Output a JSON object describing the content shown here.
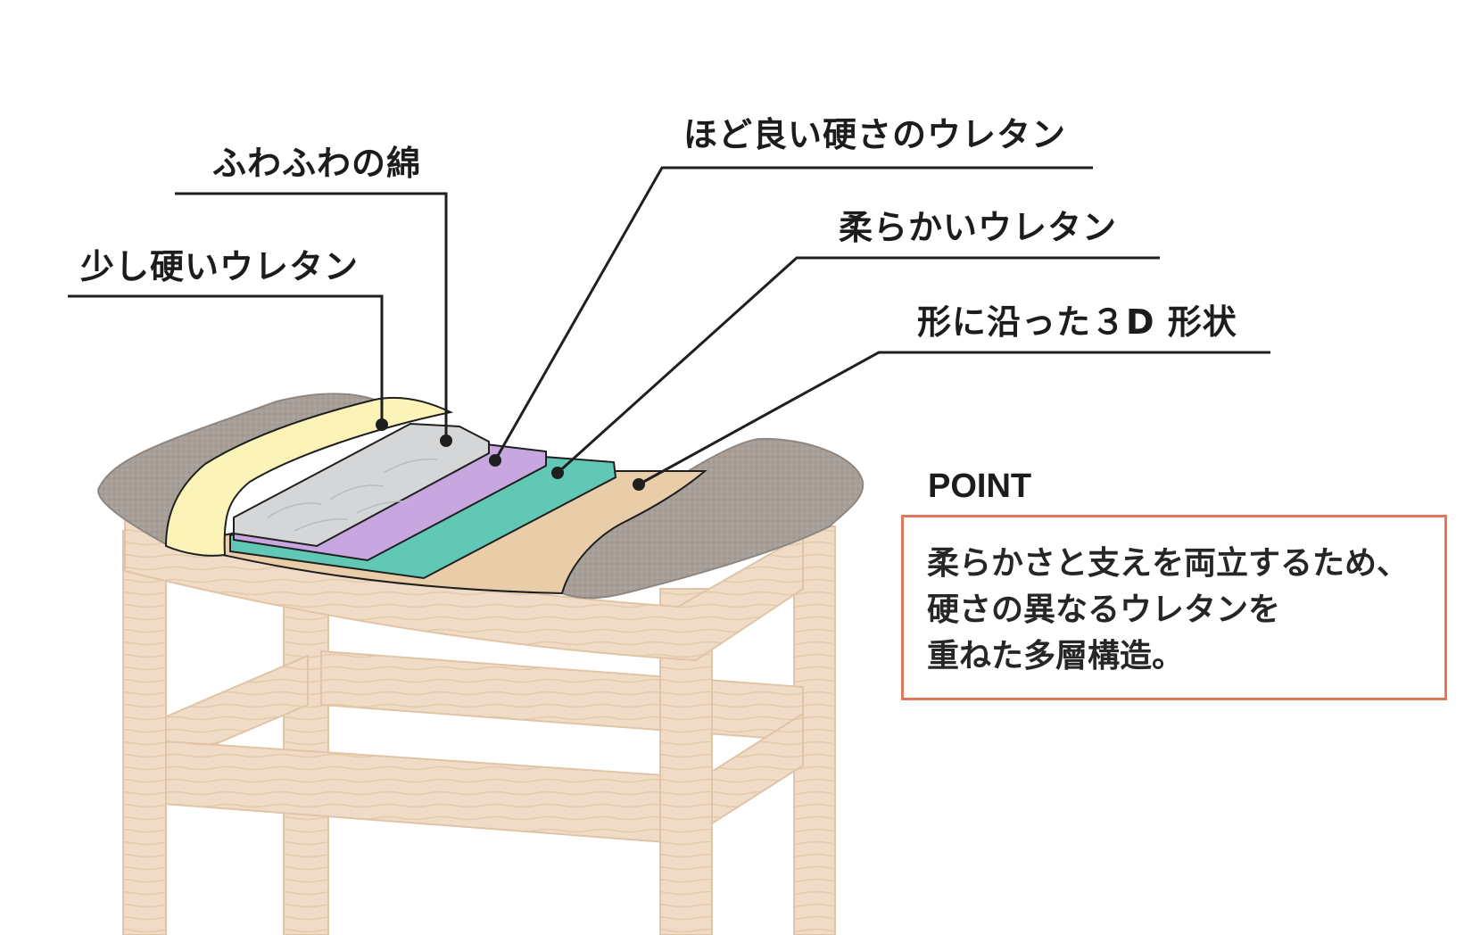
{
  "labels": {
    "fluffy_cotton": "ふわふわの綿",
    "moderate_urethane": "ほど良い硬さのウレタン",
    "soft_urethane": "柔らかいウレタン",
    "slightly_hard_urethane": "少し硬いウレタン",
    "shaped_3d": "形に沿った３D 形状"
  },
  "point": {
    "title": "POINT",
    "lines": [
      "柔らかさと支えを両立するため、",
      "硬さの異なるウレタンを",
      "重ねた多層構造。"
    ]
  },
  "colors": {
    "fabric": "#a8a098",
    "wood": "#f0dcc6",
    "cotton": "#fbf3b8",
    "moderate_urethane": "#d4d6d8",
    "soft_urethane": "#c8a6e0",
    "hard_urethane": "#62c8b6",
    "shell": "#e8cda8",
    "accent_border": "#e2785a"
  }
}
